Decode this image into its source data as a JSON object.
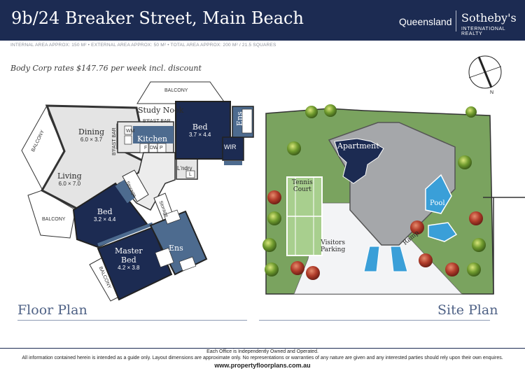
{
  "header": {
    "title": "9b/24 Breaker Street, Main Beach",
    "brand_region": "Queensland",
    "brand_name": "Sotheby's",
    "brand_sub": "INTERNATIONAL REALTY"
  },
  "area_line": "INTERNAL AREA APPROX: 150 M² • EXTERNAL AREA APPROX: 50 M² • TOTAL AREA APPROX: 200 M² / 21.5 SQUARES",
  "body_corp": "Body Corp rates $147.76 per week incl. discount",
  "compass": {
    "north_label": "N"
  },
  "colors": {
    "navy": "#1c2b52",
    "slate": "#4d6b8f",
    "grass": "#7aa35f",
    "building": "#a5a7aa",
    "pool": "#3a9fd8"
  },
  "floor_plan": {
    "title": "Floor Plan",
    "rooms": {
      "dining": {
        "name": "Dining",
        "dims": "6.0 × 3.7"
      },
      "living": {
        "name": "Living",
        "dims": "6.0 × 7.0"
      },
      "kitchen": {
        "name": "Kitchen"
      },
      "study": {
        "name": "Study Nook"
      },
      "bed1": {
        "name": "Bed",
        "dims": "3.7 × 4.4"
      },
      "bed2": {
        "name": "Bed",
        "dims": "3.2 × 4.4"
      },
      "master": {
        "name": "Master",
        "name2": "Bed",
        "dims": "4.2 × 3.8"
      },
      "ens1": {
        "name": "Ens"
      },
      "ens2": {
        "name": "Ens"
      },
      "wir": {
        "name": "WIR"
      },
      "lndry": {
        "name": "L'ndry"
      }
    },
    "labels": {
      "balcony_top": "BALCONY",
      "balcony_left": "BALCONY",
      "balcony_mid": "BALCONY",
      "balcony_bottom": "BALCONY",
      "bfast_bar_top": "B'FAST BAR",
      "bfast_bar_side": "B'FAST BAR",
      "storage1": "Storage",
      "storage2": "Storage",
      "fridge": "F",
      "pantry": "P",
      "dw": "DW",
      "wm": "WM",
      "ldry_tub": "L"
    }
  },
  "site_plan": {
    "title": "Site Plan",
    "labels": {
      "apartment": "Apartment",
      "tennis": "Tennis",
      "tennis2": "Court",
      "pool": "Pool",
      "visitors": "Visitors",
      "visitors2": "Parking",
      "ramp": "Ramp"
    }
  },
  "footer": {
    "line1": "Each Office is Independently Owned and Operated.",
    "line2": "All information contained herein is intended as a guide only. Layout dimensions are approximate only. No representations or warranties of any nature are given and any interested parties should rely upon their own enquires.",
    "line3": "www.propertyfloorplans.com.au"
  }
}
